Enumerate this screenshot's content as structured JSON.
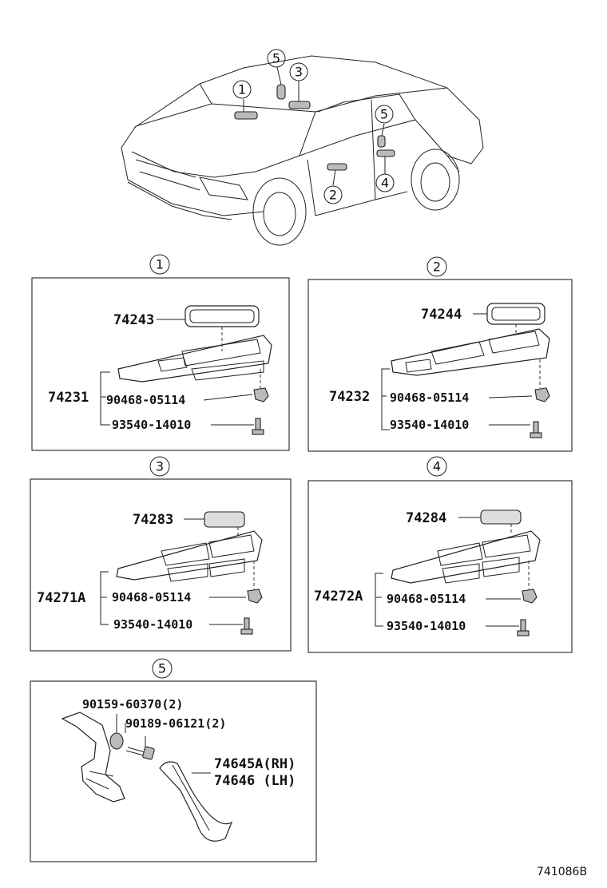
{
  "callouts": [
    "1",
    "2",
    "3",
    "4",
    "5",
    "5"
  ],
  "panels": [
    {
      "id": "1",
      "pad": "74243",
      "assembly": "74231",
      "clip": "90468-05114",
      "screw": "93540-14010"
    },
    {
      "id": "2",
      "pad": "74244",
      "assembly": "74232",
      "clip": "90468-05114",
      "screw": "93540-14010"
    },
    {
      "id": "3",
      "pad": "74283",
      "assembly": "74271A",
      "clip": "90468-05114",
      "screw": "93540-14010"
    },
    {
      "id": "4",
      "pad": "74284",
      "assembly": "74272A",
      "clip": "90468-05114",
      "screw": "93540-14010"
    }
  ],
  "panel5": {
    "id": "5",
    "nut": "90159-60370(2)",
    "bolt": "90189-06121(2)",
    "grip_rh": "74645A(RH)",
    "grip_lh": "74646  (LH)"
  },
  "diagram_code": "741086B"
}
